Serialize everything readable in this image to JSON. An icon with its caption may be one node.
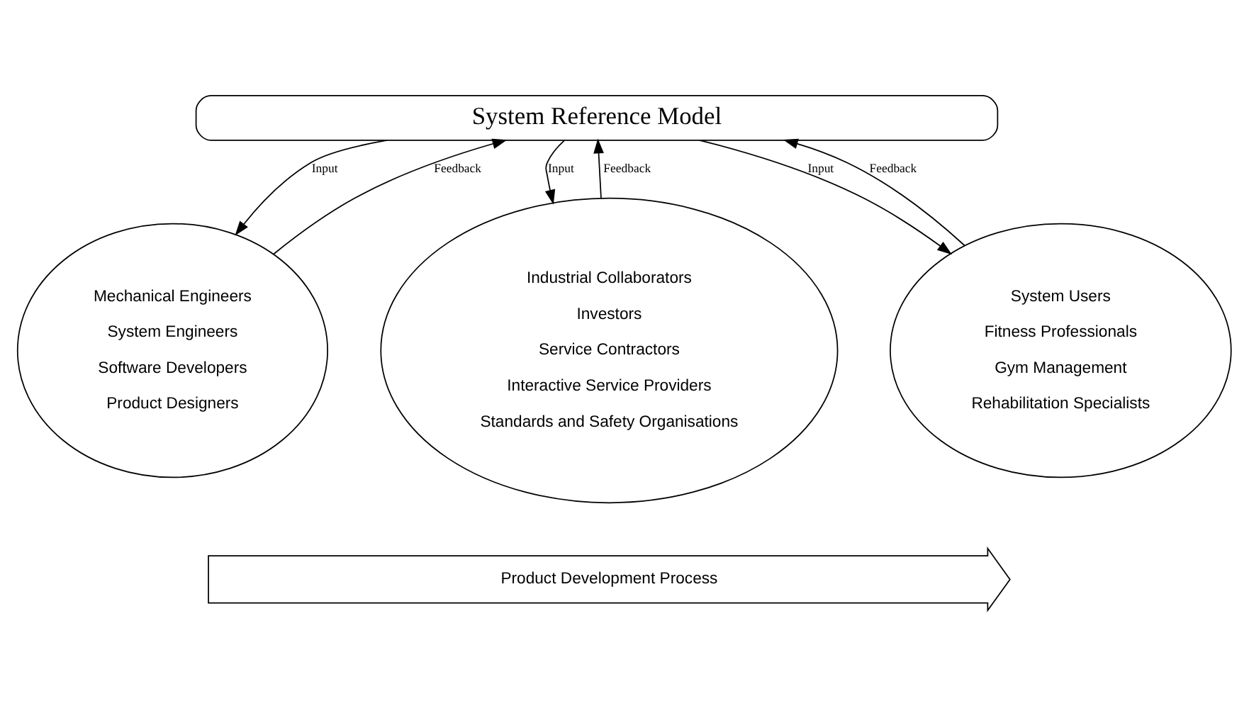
{
  "diagram": {
    "nodes": [
      {
        "text": [
          "System Reference Model"
        ]
      },
      {
        "text": [
          "Mechanical Engineers",
          "System Engineers",
          "Software Developers",
          "Product Designers"
        ]
      },
      {
        "text": [
          "Industrial Collaborators",
          "Investors",
          "Service Contractors",
          "Interactive Service Providers",
          "Standards and Safety Organisations"
        ]
      },
      {
        "text": [
          "System Users",
          "Fitness Professionals",
          "Gym Management",
          "Rehabilitation Specialists"
        ]
      },
      {
        "text": [
          "Product Development Process"
        ]
      }
    ],
    "edges": [
      {
        "from": 0,
        "to": 1,
        "arrow": "to",
        "label": "Input"
      },
      {
        "from": 1,
        "to": 0,
        "arrow": "to",
        "label": "Feedback"
      },
      {
        "from": 0,
        "to": 2,
        "arrow": "to",
        "label": "Input"
      },
      {
        "from": 2,
        "to": 0,
        "arrow": "to",
        "label": "Feedback"
      },
      {
        "from": 0,
        "to": 3,
        "arrow": "to",
        "label": "Input"
      },
      {
        "from": 3,
        "to": 0,
        "arrow": "to",
        "label": "Feedback"
      }
    ]
  }
}
